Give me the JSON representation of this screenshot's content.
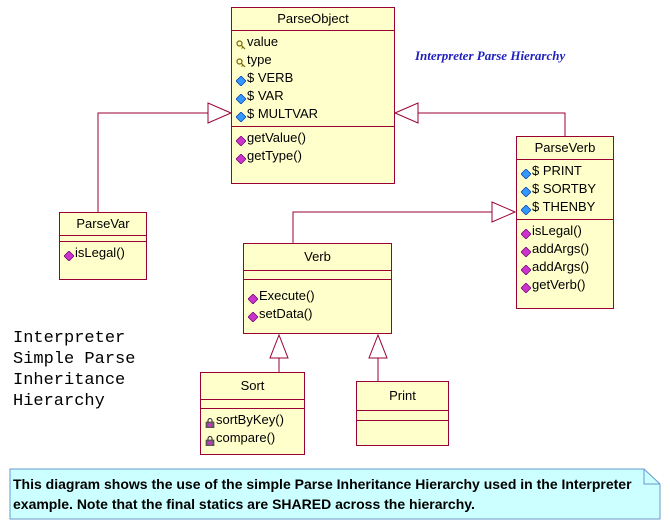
{
  "title": "Interpreter Parse Hierarchy",
  "big_title": [
    "Interpreter",
    "Simple Parse",
    "Inheritance",
    "Hierarchy"
  ],
  "note": "This diagram shows the use of the simple Parse Inheritance Hierarchy used in the Interpreter example.  Note that the final statics are SHARED across the hierarchy.",
  "colors": {
    "class_fill": "#ffffcc",
    "class_border": "#990033",
    "note_fill": "#ccffff",
    "title": "#1f1fbf"
  },
  "classes": {
    "parse_object": {
      "name": "ParseObject",
      "attributes": [
        {
          "icon": "key-icon",
          "label": "value"
        },
        {
          "icon": "key-icon",
          "label": "type"
        },
        {
          "icon": "public-attr-icon",
          "label": "$ VERB"
        },
        {
          "icon": "public-attr-icon",
          "label": "$ VAR"
        },
        {
          "icon": "public-attr-icon",
          "label": "$ MULTVAR"
        }
      ],
      "operations": [
        {
          "icon": "public-op-icon",
          "label": "getValue()"
        },
        {
          "icon": "public-op-icon",
          "label": "getType()"
        }
      ]
    },
    "parse_var": {
      "name": "ParseVar",
      "attributes": [],
      "operations": [
        {
          "icon": "public-op-icon",
          "label": "isLegal()"
        }
      ]
    },
    "parse_verb": {
      "name": "ParseVerb",
      "attributes": [
        {
          "icon": "public-attr-icon",
          "label": "$ PRINT"
        },
        {
          "icon": "public-attr-icon",
          "label": "$ SORTBY"
        },
        {
          "icon": "public-attr-icon",
          "label": "$ THENBY"
        }
      ],
      "operations": [
        {
          "icon": "public-op-icon",
          "label": "isLegal()"
        },
        {
          "icon": "public-op-icon",
          "label": "addArgs()"
        },
        {
          "icon": "public-op-icon",
          "label": "addArgs()"
        },
        {
          "icon": "public-op-icon",
          "label": "getVerb()"
        }
      ]
    },
    "verb": {
      "name": "Verb",
      "attributes": [],
      "operations": [
        {
          "icon": "public-op-icon",
          "label": "Execute()"
        },
        {
          "icon": "public-op-icon",
          "label": "setData()"
        }
      ]
    },
    "sort": {
      "name": "Sort",
      "attributes": [],
      "operations": [
        {
          "icon": "private-op-icon",
          "label": "sortByKey()"
        },
        {
          "icon": "private-op-icon",
          "label": "compare()"
        }
      ]
    },
    "print": {
      "name": "Print",
      "attributes": [],
      "operations": []
    }
  }
}
